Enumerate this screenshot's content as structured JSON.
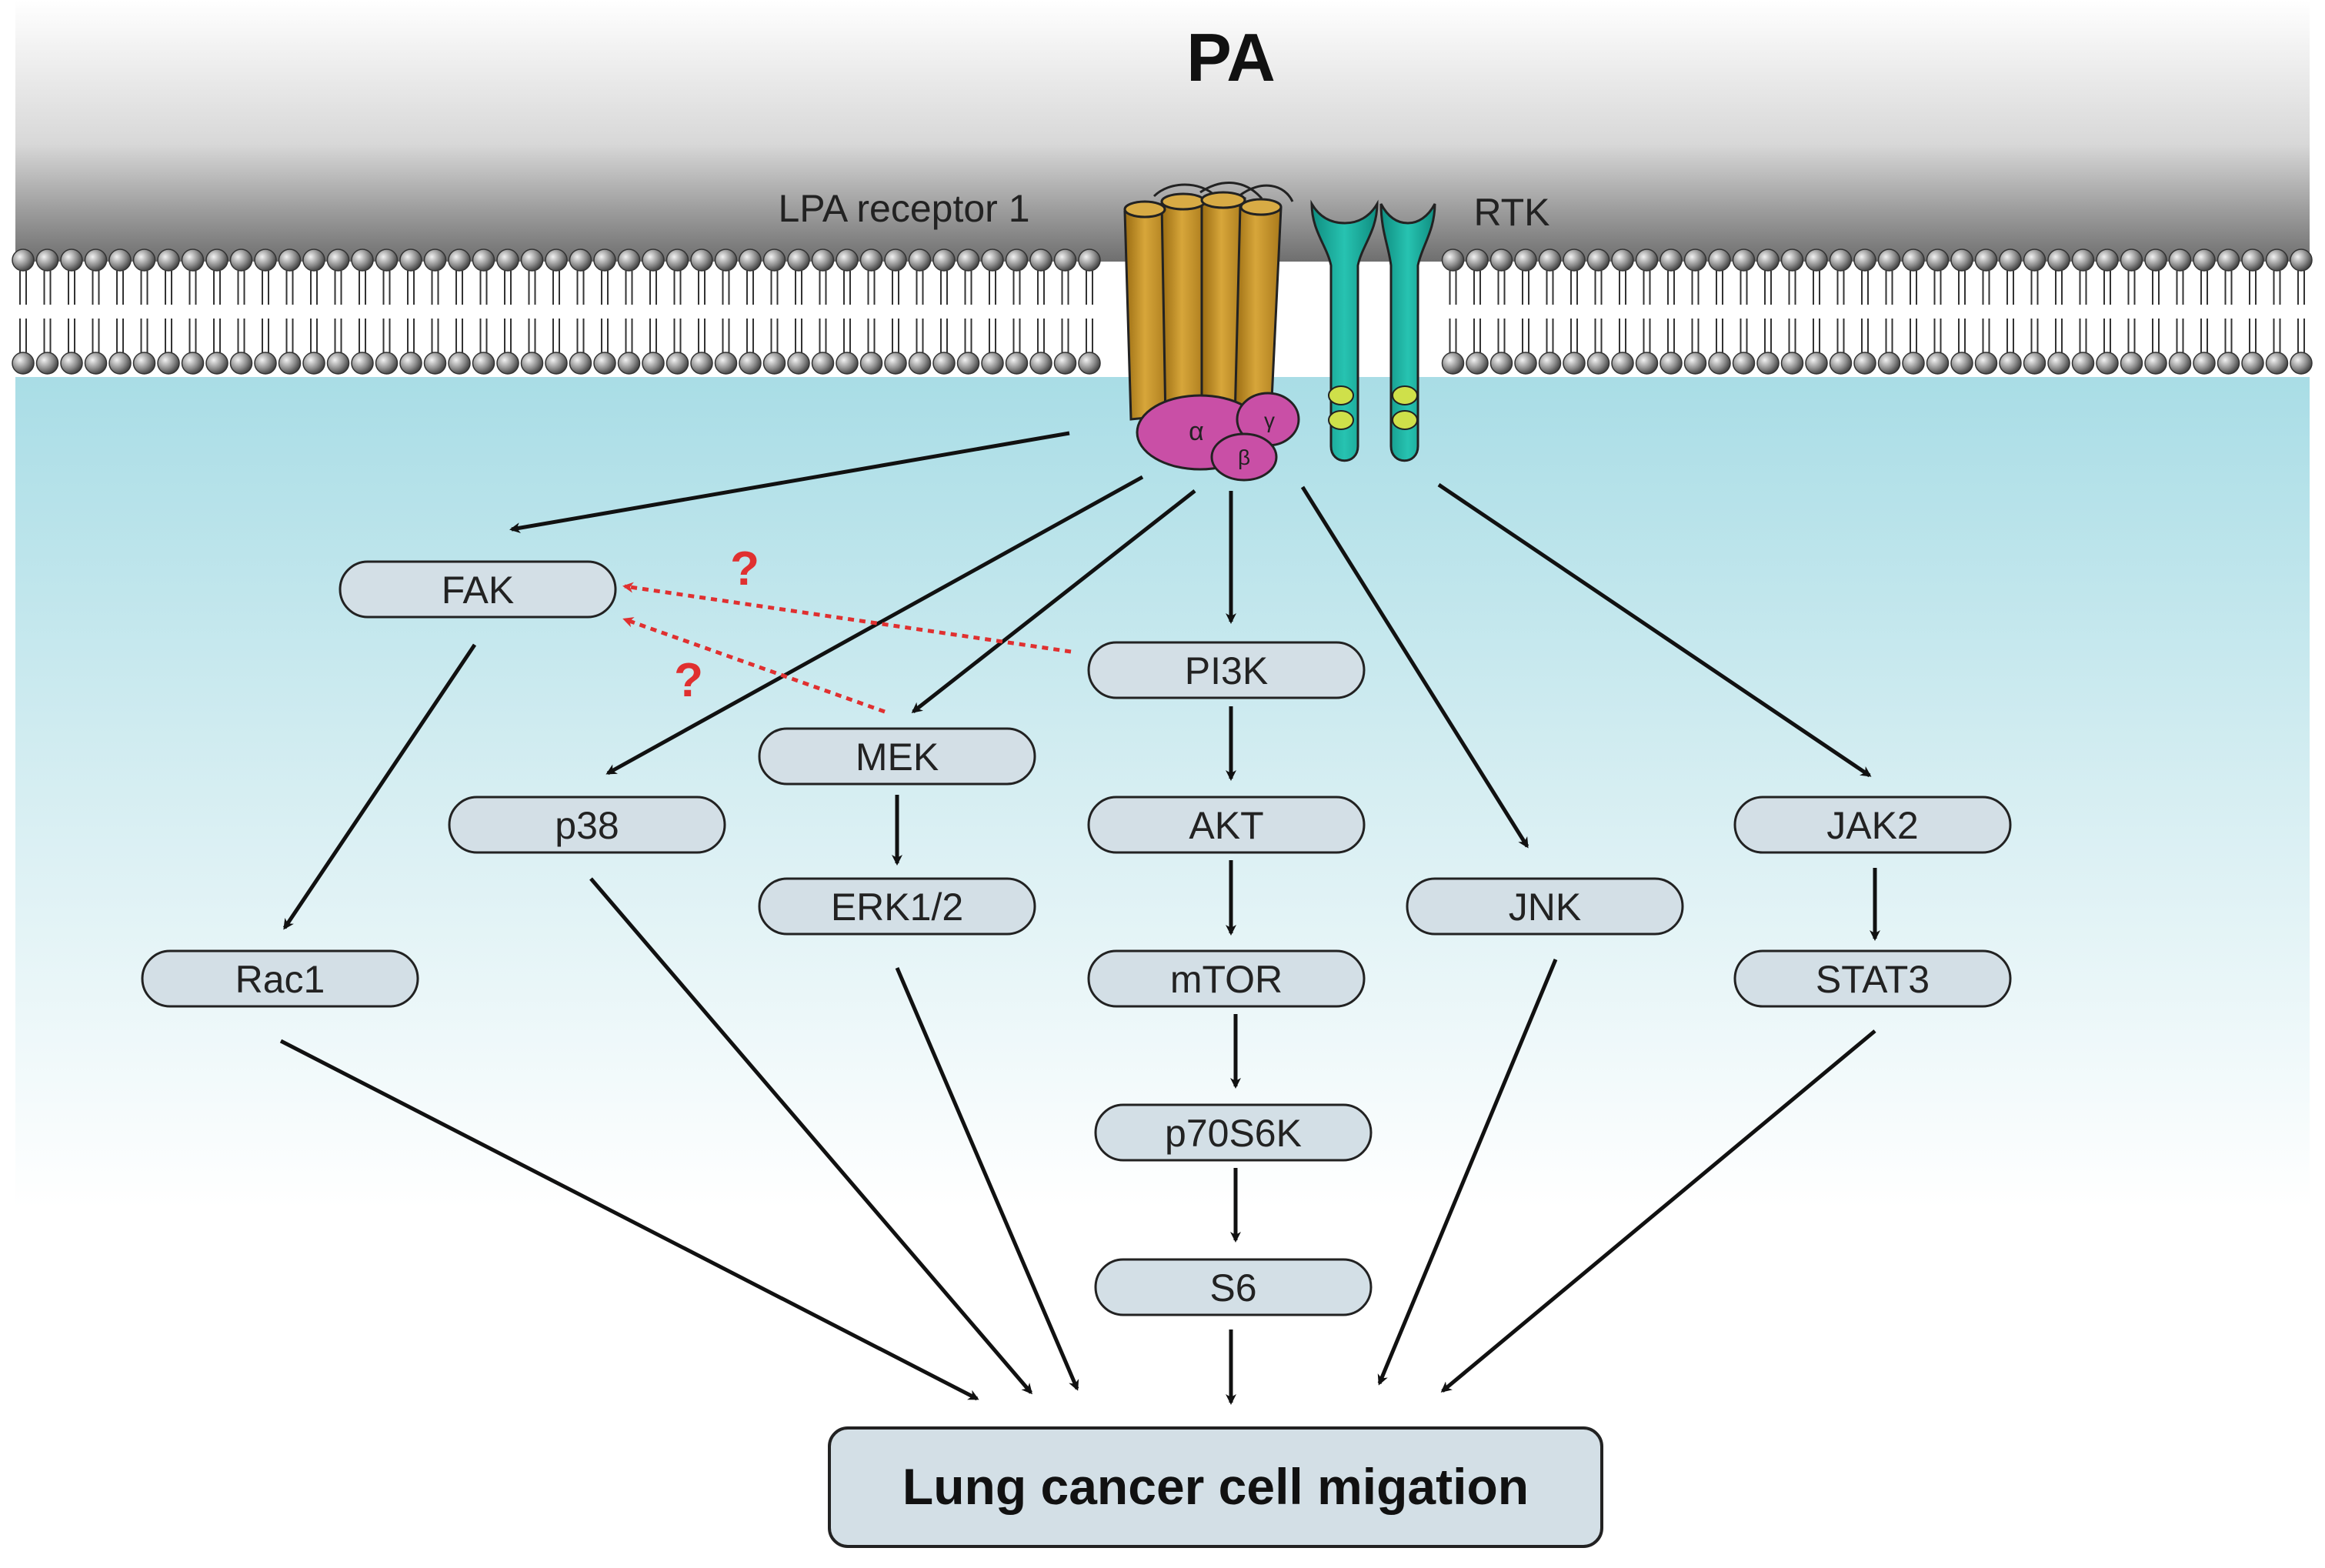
{
  "title": "PA",
  "membrane": {
    "receptor_label": "LPA receptor 1",
    "rtk_label": "RTK",
    "g_protein": {
      "alpha": "α",
      "beta": "β",
      "gamma": "γ"
    }
  },
  "colors": {
    "receptor": "#c8962a",
    "rtk": "#1fb3a3",
    "rtk_dots": "#cfe04a",
    "g_protein": "#c94fa6",
    "node_fill": "#d3dfe6",
    "cytoplasm_top": "#a9dde6",
    "inhibit_arrow": "#e03030",
    "arrow": "#111111"
  },
  "nodes": {
    "fak": "FAK",
    "pi3k": "PI3K",
    "mek": "MEK",
    "p38": "p38",
    "akt": "AKT",
    "jak2": "JAK2",
    "erk": "ERK1/2",
    "jnk": "JNK",
    "rac1": "Rac1",
    "mtor": "mTOR",
    "stat3": "STAT3",
    "p70s6k": "p70S6K",
    "s6": "S6",
    "outcome": "Lung cancer cell migation"
  },
  "uncertain_marks": [
    "?",
    "?"
  ]
}
